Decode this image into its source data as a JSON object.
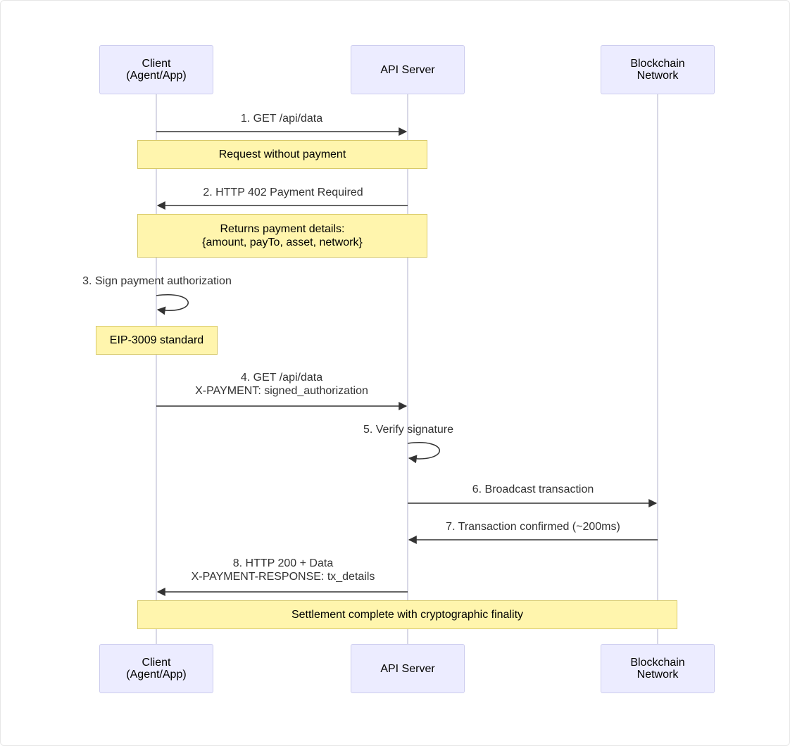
{
  "participants": [
    {
      "id": "client",
      "label": "Client\n(Agent/App)"
    },
    {
      "id": "api",
      "label": "API Server"
    },
    {
      "id": "chain",
      "label": "Blockchain\nNetwork"
    }
  ],
  "messages": [
    {
      "step": 1,
      "from": "client",
      "to": "api",
      "label": "1. GET /api/data"
    },
    {
      "step": 2,
      "from": "api",
      "to": "client",
      "label": "2. HTTP 402 Payment Required"
    },
    {
      "step": 3,
      "from": "client",
      "to": "client",
      "label": "3. Sign payment authorization"
    },
    {
      "step": 4,
      "from": "client",
      "to": "api",
      "label": "4. GET /api/data\nX-PAYMENT: signed_authorization"
    },
    {
      "step": 5,
      "from": "api",
      "to": "api",
      "label": "5. Verify signature"
    },
    {
      "step": 6,
      "from": "api",
      "to": "chain",
      "label": "6. Broadcast transaction"
    },
    {
      "step": 7,
      "from": "chain",
      "to": "api",
      "label": "7. Transaction confirmed (~200ms)"
    },
    {
      "step": 8,
      "from": "api",
      "to": "client",
      "label": "8. HTTP 200 + Data\nX-PAYMENT-RESPONSE: tx_details"
    }
  ],
  "notes": [
    {
      "over": "client-api",
      "text": "Request without payment"
    },
    {
      "over": "client-api",
      "text": "Returns payment details:\n{amount, payTo, asset, network}"
    },
    {
      "over": "client",
      "text": "EIP-3009 standard"
    },
    {
      "over": "client-chain",
      "text": "Settlement complete with cryptographic finality"
    }
  ],
  "colors": {
    "actor_fill": "#ececff",
    "actor_border": "#ccccee",
    "note_fill": "#fff5ad",
    "note_border": "#d8c96a",
    "line": "#333333",
    "lifeline": "#ccccdd"
  }
}
